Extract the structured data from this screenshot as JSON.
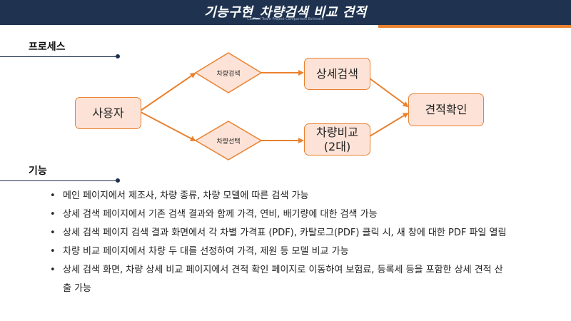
{
  "header": {
    "title": "기능구현_차량검색 비교 견적",
    "subtitle": "CarFind Team Project Comparison Estimate"
  },
  "colors": {
    "header_bg": "#1f3350",
    "accent": "#e9812f",
    "node_fill": "#fde3d7"
  },
  "sections": {
    "process_title": "프로세스",
    "features_title": "기능"
  },
  "diagram": {
    "user": "사용자",
    "decision_search": "차량검색",
    "decision_select": "차량선택",
    "detail_search": "상세검색",
    "compare_line1": "차량비교",
    "compare_line2": "(2대)",
    "estimate": "견적확인"
  },
  "features": [
    "메인 페이지에서 제조사, 차량 종류, 차량 모델에 따른 검색 가능",
    "상세 검색 페이지에서 기존 검색 결과와 함께 가격, 연비, 배기량에 대한 검색 가능",
    "상세 검색 페이지 검색 결과 화면에서 각 차별 가격표 (PDF), 카탈로그(PDF) 클릭 시, 새 창에 대한 PDF 파일 열림",
    "차량 비교 페이지에서 차량 두 대를 선정하여 가격, 제원 등 모델 비교 가능",
    "상세 검색 화면, 차량 상세 비교 페이지에서 견적 확인 페이지로 이동하여 보험료, 등록세 등을 포함한 상세 견적 산출 가능"
  ]
}
